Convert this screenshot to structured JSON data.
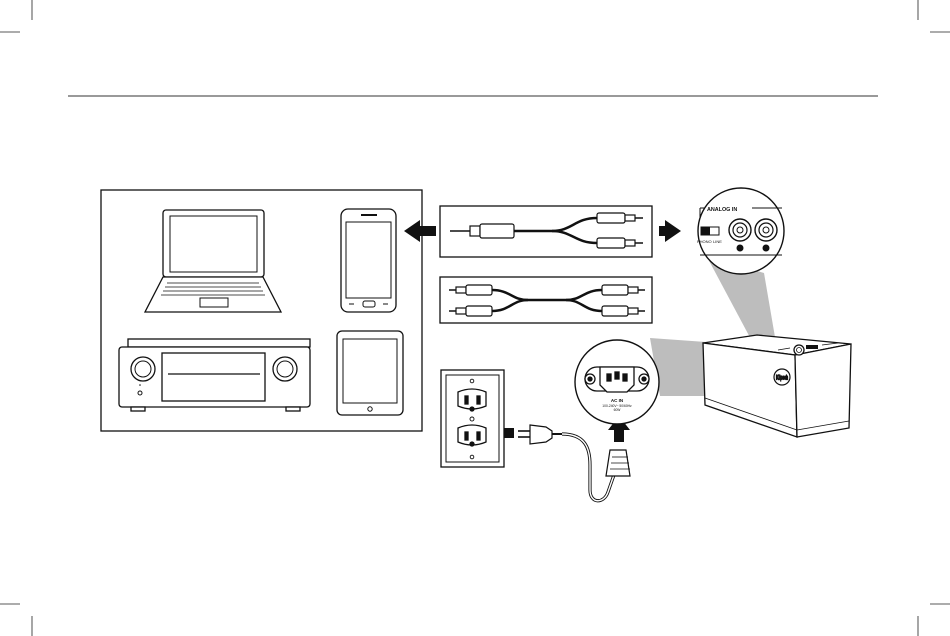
{
  "labels": {
    "analog_in": "ANALOG IN",
    "phono": "PHONO",
    "line": "LINE",
    "ac_in": "AC IN",
    "ac_rating": "100-240V~ 50/60Hz",
    "ac_power": "60W",
    "brand_logo": "Klipsch"
  },
  "colors": {
    "stroke": "#111111",
    "callout": "#bdbdbd",
    "background": "#ffffff"
  }
}
